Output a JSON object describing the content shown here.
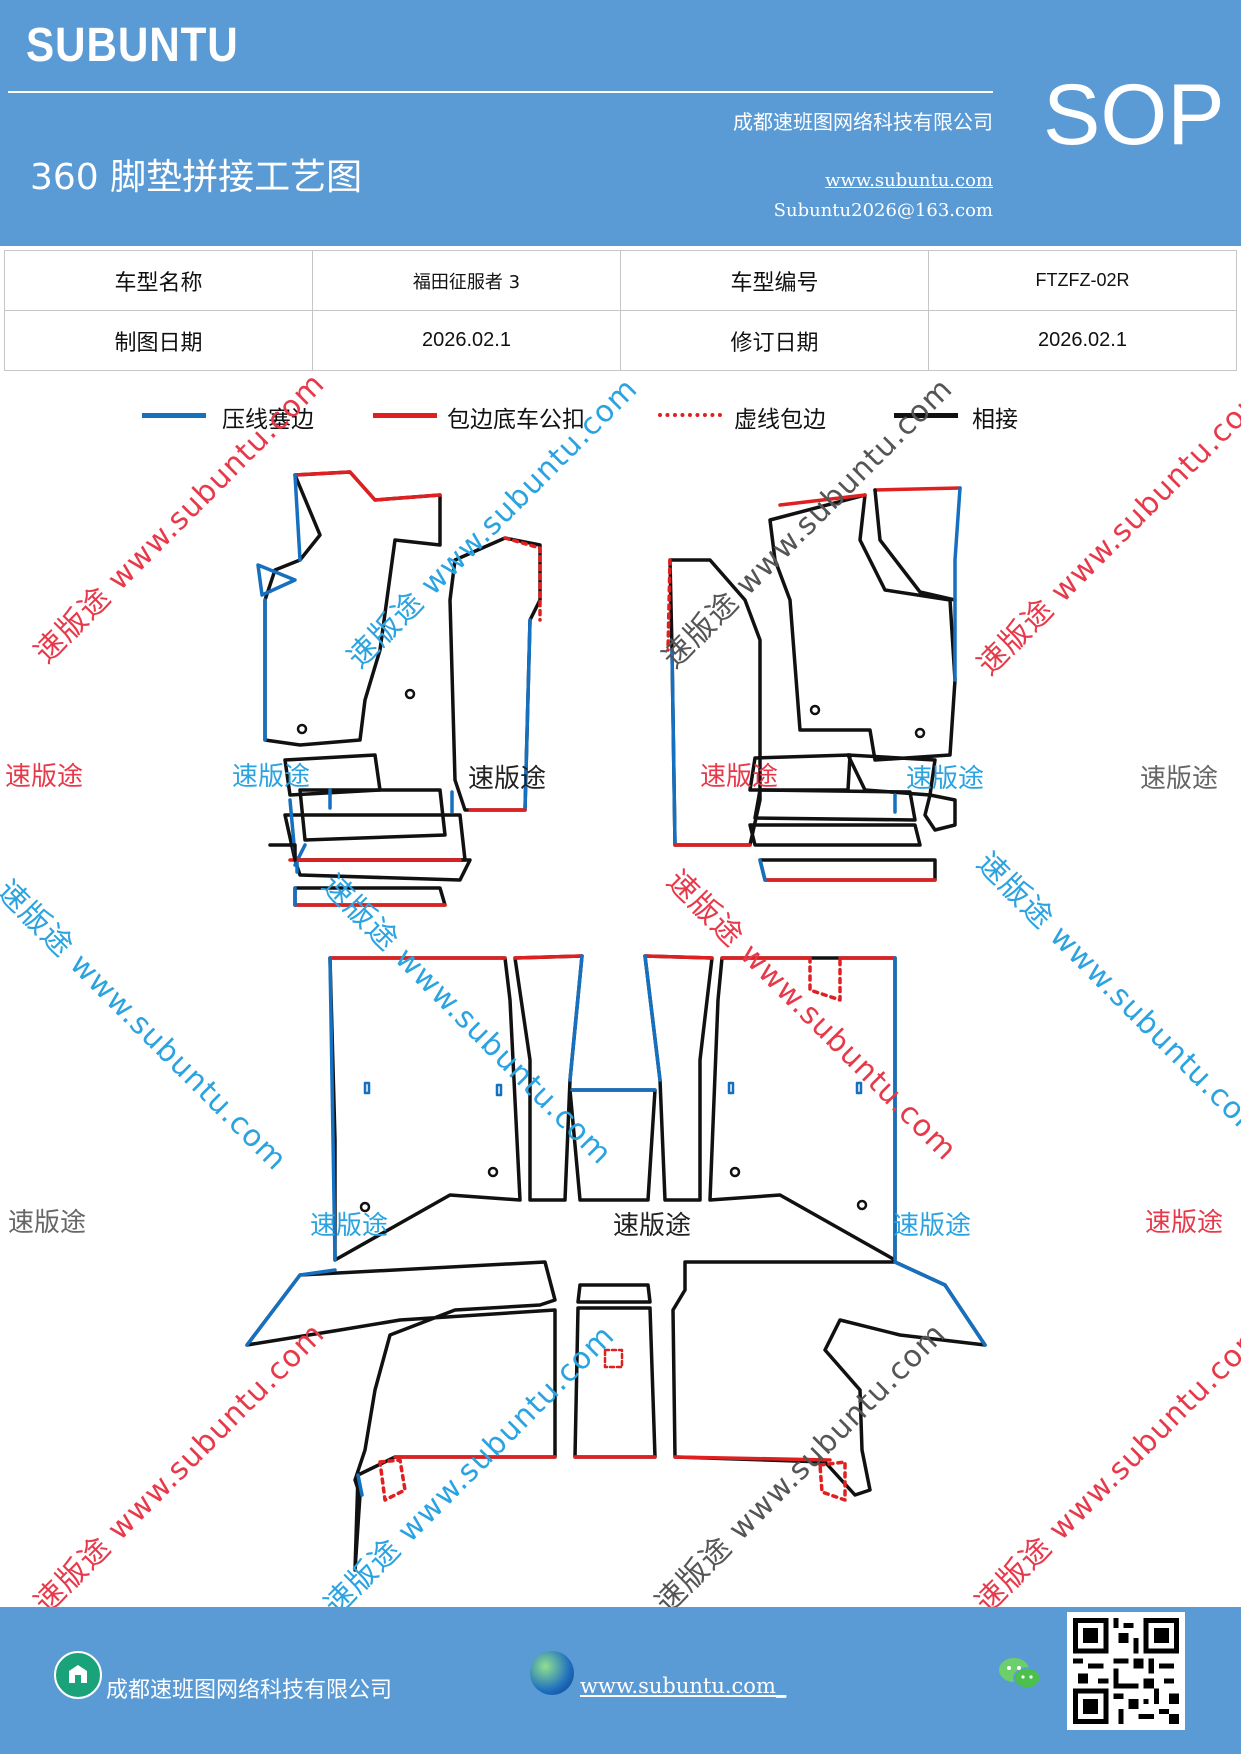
{
  "header": {
    "logo": "SUBUNTU",
    "company": "成都速班图网络科技有限公司",
    "title": "360 脚垫拼接工艺图",
    "website": "www.subuntu.com",
    "email": "Subuntu2026@163.com",
    "badge": "SOP"
  },
  "info": {
    "r1": [
      "车型名称",
      "福田征服者 3",
      "车型编号",
      "FTZFZ-02R"
    ],
    "r2": [
      "制图日期",
      "2026.02.1",
      "修订日期",
      "2026.02.1"
    ]
  },
  "legend": [
    {
      "label": "压线塞边",
      "color": "#1570c0",
      "style": "solid"
    },
    {
      "label": "包边底车公扣",
      "color": "#e02020",
      "style": "solid"
    },
    {
      "label": "虚线包边",
      "color": "#e02020",
      "style": "dotted"
    },
    {
      "label": "相接",
      "color": "#111111",
      "style": "solid"
    }
  ],
  "watermarks": {
    "brand": "速版途",
    "url": "www.subuntu.com",
    "colors": {
      "red": "#e8394a",
      "blue": "#2aa3e0",
      "gray": "#666666"
    }
  },
  "footer": {
    "company": "成都速班图网络科技有限公司",
    "website": "www.subuntu.com_"
  }
}
